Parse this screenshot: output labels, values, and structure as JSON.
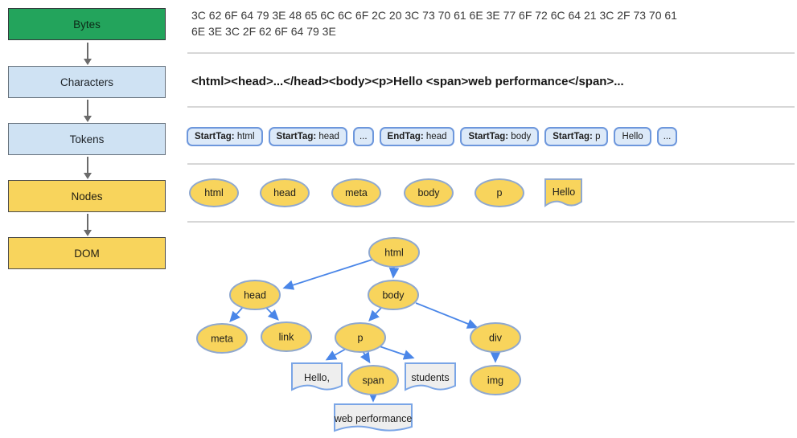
{
  "pipeline": {
    "stages": [
      {
        "label": "Bytes",
        "color": "green"
      },
      {
        "label": "Characters",
        "color": "blue"
      },
      {
        "label": "Tokens",
        "color": "blue"
      },
      {
        "label": "Nodes",
        "color": "yellow"
      },
      {
        "label": "DOM",
        "color": "yellow"
      }
    ]
  },
  "bytes": {
    "line1": "3C 62 6F 64 79 3E 48 65 6C 6C 6F 2C 20 3C 73 70 61 6E 3E 77 6F 72 6C 64 21 3C 2F 73 70 61",
    "line2": "6E 3E 3C 2F 62 6F 64 79 3E"
  },
  "characters": {
    "text": "<html><head>...</head><body><p>Hello <span>web performance</span>..."
  },
  "tokens": [
    {
      "kind": "StartTag:",
      "value": " html"
    },
    {
      "kind": "StartTag:",
      "value": " head"
    },
    {
      "kind": "",
      "value": "..."
    },
    {
      "kind": "EndTag:",
      "value": " head"
    },
    {
      "kind": "StartTag:",
      "value": " body"
    },
    {
      "kind": "StartTag:",
      "value": " p"
    },
    {
      "kind": "",
      "value": "Hello"
    },
    {
      "kind": "",
      "value": "..."
    }
  ],
  "nodes_row": {
    "items": [
      "html",
      "head",
      "meta",
      "body",
      "p"
    ],
    "text_node": "Hello"
  },
  "dom_tree": {
    "html": "html",
    "head": "head",
    "body": "body",
    "meta": "meta",
    "link": "link",
    "p": "p",
    "div": "div",
    "span": "span",
    "img": "img",
    "text_hello": "Hello,",
    "text_students": "students",
    "text_webperf": "web performance"
  },
  "colors": {
    "stage_green": "#23a45c",
    "stage_blue": "#cfe2f3",
    "stage_yellow": "#f8d45c",
    "token_fill": "#dce9f8",
    "token_border": "#6d97dc",
    "ellipse_fill": "#f8d45c",
    "ellipse_border": "#8fa8cf",
    "note_fill": "#eeeeee",
    "tree_arrow": "#4a86e8",
    "flow_arrow": "#6b6b6b",
    "divider": "#d7d7d7"
  }
}
